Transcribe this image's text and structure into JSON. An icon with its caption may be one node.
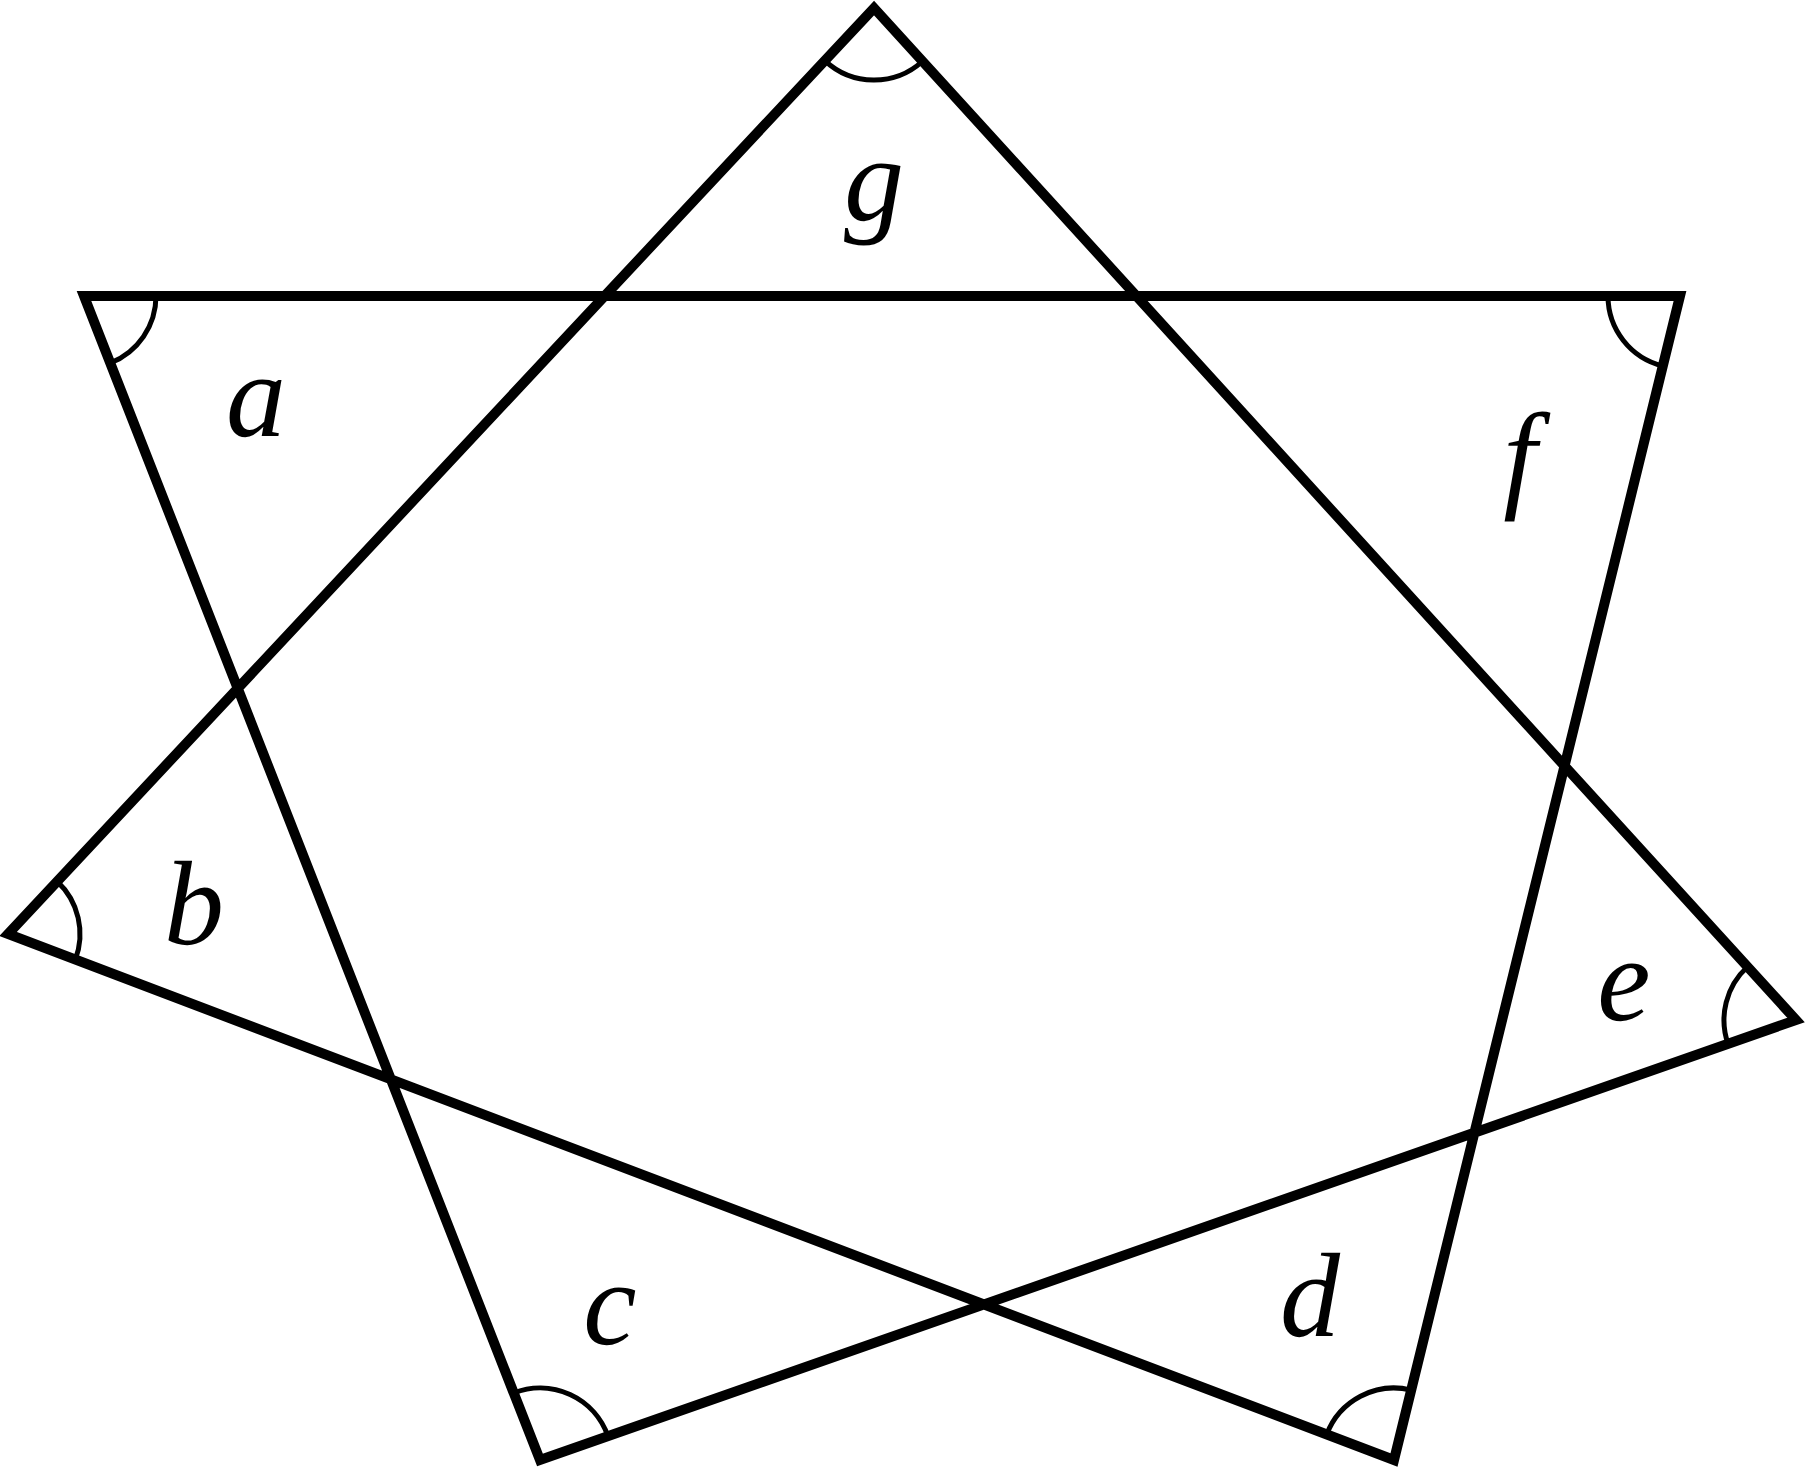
{
  "diagram": {
    "labels": [
      "g",
      "a",
      "f",
      "b",
      "e",
      "c",
      "d"
    ]
  }
}
